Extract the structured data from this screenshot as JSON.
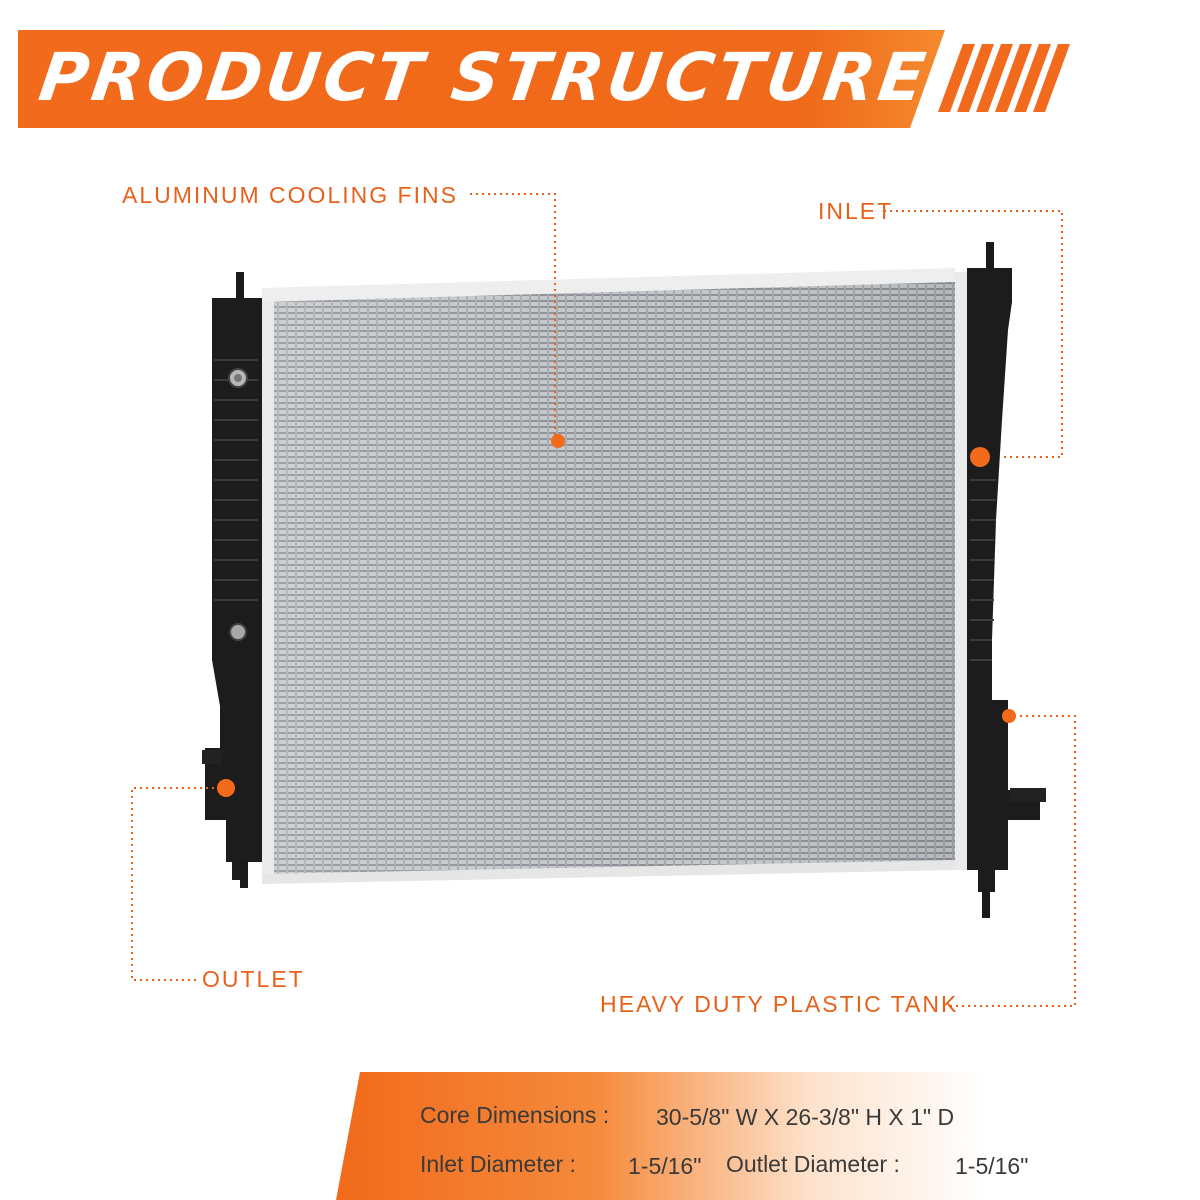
{
  "header": {
    "title": "PRODUCT STRUCTURE"
  },
  "callouts": {
    "cooling_fins": "ALUMINUM COOLING FINS",
    "inlet": "INLET",
    "outlet": "OUTLET",
    "tank": "HEAVY DUTY PLASTIC TANK"
  },
  "specs": {
    "core_label": "Core Dimensions :",
    "core_value": "30-5/8\" W X 26-3/8\" H X 1\" D",
    "inlet_label": "Inlet Diameter :",
    "inlet_value": "1-5/16\"",
    "outlet_label": "Outlet Diameter :",
    "outlet_value": "1-5/16\""
  },
  "colors": {
    "accent": "#f26a1b",
    "label": "#e8611a",
    "tank": "#1c1c1c",
    "core": "#b9bcbf"
  },
  "icons": {
    "header_stripes": "diagonal-stripes-icon",
    "callout_dot": "orange-dot-icon"
  }
}
